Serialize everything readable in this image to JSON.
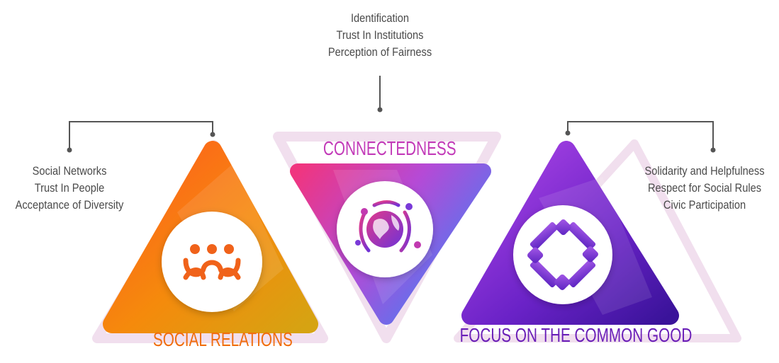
{
  "connectedness": {
    "title": "CONNECTEDNESS",
    "items": [
      "Identification",
      "Trust In Institutions",
      "Perception of Fairness"
    ],
    "icon": "globe-people-icon"
  },
  "social_relations": {
    "title": "SOCIAL RELATIONS",
    "items": [
      "Social Networks",
      "Trust In People",
      "Acceptance of Diversity"
    ],
    "icon": "people-group-icon"
  },
  "common_good": {
    "title": "FOCUS ON THE COMMON GOOD",
    "items": [
      "Solidarity and Helpfulness",
      "Respect for Social Rules",
      "Civic Participation"
    ],
    "icon": "joined-hands-icon"
  },
  "colors": {
    "orange": "#f06d0e",
    "magenta": "#c23ab8",
    "purple": "#6a1fb8",
    "text": "#4a4a4a",
    "connector": "#555555"
  }
}
